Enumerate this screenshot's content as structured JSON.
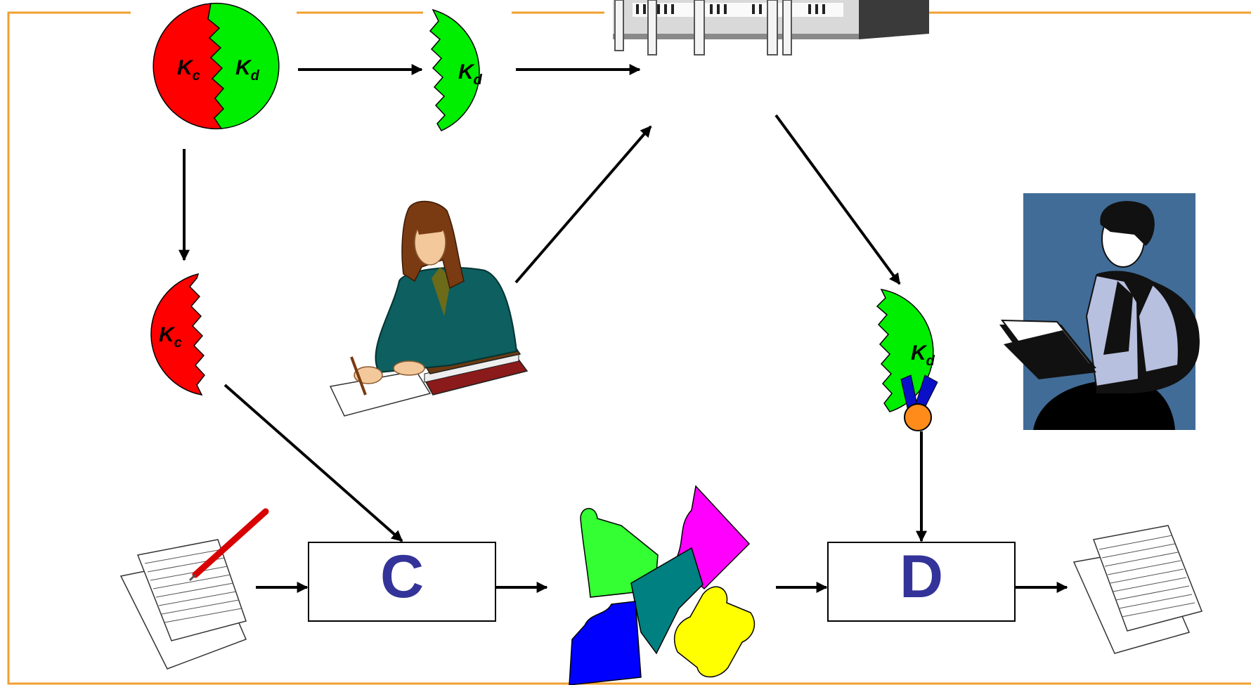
{
  "colors": {
    "frame": "#f0a030",
    "private_key": "#ff0000",
    "public_key": "#00ee00",
    "box_text": "#333399",
    "arrow": "#000000",
    "reader_bg": "#416c97",
    "puzzle_green": "#33ff33",
    "puzzle_magenta": "#ff00ff",
    "puzzle_teal": "#008080",
    "puzzle_blue": "#0000ff",
    "puzzle_yellow": "#ffff00",
    "seal": "#ff8c1a",
    "ribbon": "#0a10c8"
  },
  "keys": {
    "private": {
      "main": "K",
      "sub": "c"
    },
    "public": {
      "main": "K",
      "sub": "d"
    }
  },
  "boxes": {
    "encrypt": "C",
    "decrypt": "D"
  },
  "icons": [
    "key-pair-icon",
    "public-key-icon",
    "private-key-icon",
    "certified-key-icon",
    "directory-building-icon",
    "writer-icon",
    "reader-icon",
    "plaintext-document-icon",
    "ciphertext-puzzle-icon",
    "decrypted-document-icon"
  ]
}
